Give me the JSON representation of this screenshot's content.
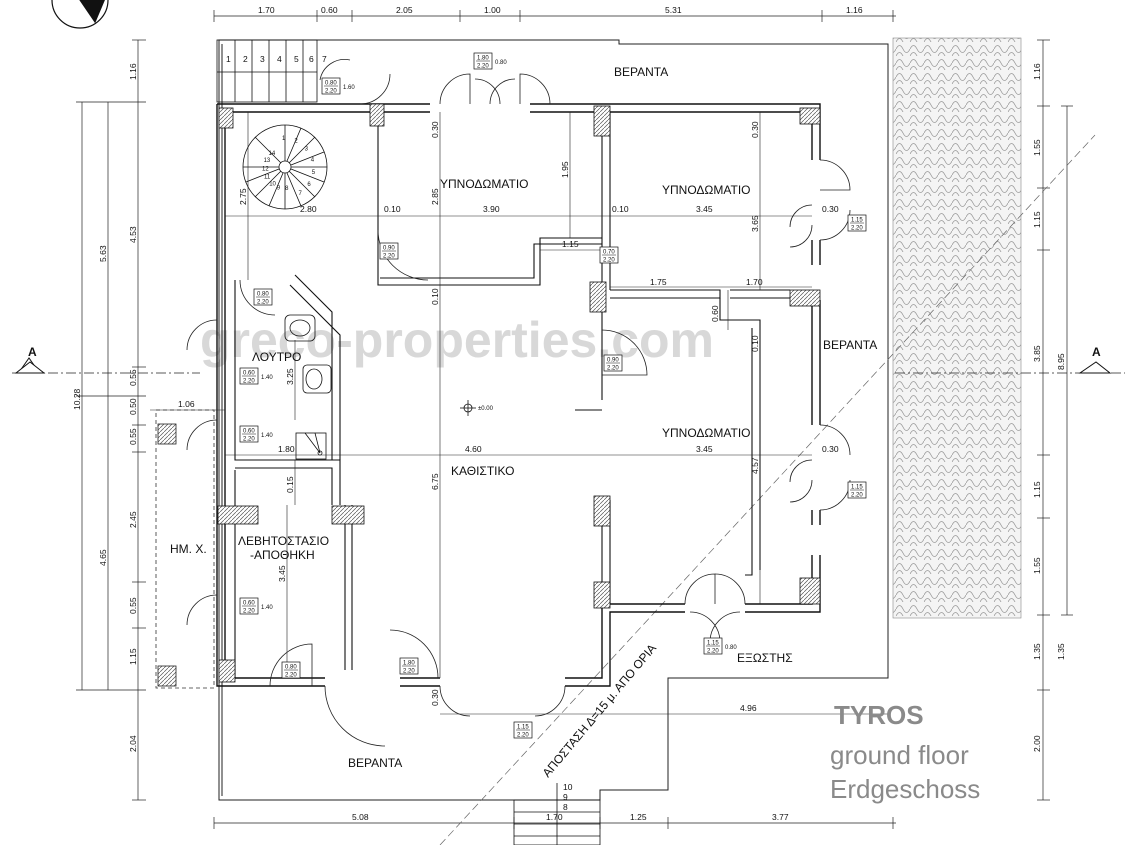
{
  "rooms": {
    "bedroom_1": "ΥΠΝΟΔΩΜΑΤΙΟ",
    "bedroom_2": "ΥΠΝΟΔΩΜΑΤΙΟ",
    "bedroom_3": "ΥΠΝΟΔΩΜΑΤΙΟ",
    "living_room": "ΚΑΘΙΣΤΙΚΟ",
    "bathroom": "ΛΟΥΤΡΟ",
    "boiler_room_1": "ΛΕΒΗΤΟΣΤΑΣΙΟ",
    "boiler_room_2": "-ΑΠΟΘΗΚΗ",
    "semi_outdoor": "ΗΜ. Χ.",
    "balcony": "ΕΞΩΣΤΗΣ",
    "veranda_top": "ΒΕΡΑΝΤΑ",
    "veranda_right": "ΒΕΡΑΝΤΑ",
    "veranda_bottom": "ΒΕΡΑΝΤΑ"
  },
  "title": {
    "name": "TYROS",
    "line1": "ground floor",
    "line2": "Erdgeschoss"
  },
  "watermark": "greco-properties.com",
  "section_marker": "A",
  "boundary_note": "ΑΠΟΣΤΑΣΗ Δ=15 μ. ΑΠΟ ΟΡΙΑ",
  "level_mark": "±0.00",
  "dims_top": [
    "1.70",
    "0.60",
    "2.05",
    "1.00",
    "5.31",
    "1.16"
  ],
  "dims_bottom": [
    "5.08",
    "1.70",
    "1.25",
    "3.77"
  ],
  "dims_left_outer": [
    "10.28"
  ],
  "dims_left_mid": [
    "5.63",
    "4.65"
  ],
  "dims_left_inner": [
    "1.16",
    "4.53",
    "0.55",
    "0.50",
    "0.55",
    "2.45",
    "0.55",
    "1.15",
    "2.04"
  ],
  "dims_right_outer": [
    "8.95"
  ],
  "dims_right_inner": [
    "1.16",
    "1.55",
    "1.15",
    "3.85",
    "1.15",
    "1.55",
    "1.35",
    "2.00"
  ],
  "dims_right_far": [
    "1.35"
  ],
  "dims_interior": {
    "d_280": "2.80",
    "d_010a": "0.10",
    "d_390": "3.90",
    "d_010b": "0.10",
    "d_345a": "3.45",
    "d_030a": "0.30",
    "d_115": "1.15",
    "d_175": "1.75",
    "d_170": "1.70",
    "d_060": "0.60",
    "d_180": "1.80",
    "d_460": "4.60",
    "d_345b": "3.45",
    "d_030b": "0.30",
    "d_106": "1.06",
    "d_496": "4.96",
    "d_275": "2.75",
    "d_285": "2.85",
    "d_195": "1.95",
    "d_365": "3.65",
    "d_010c": "0.10",
    "d_010d": "0.10",
    "d_325": "3.25",
    "d_675": "6.75",
    "d_015": "0.15",
    "d_345c": "3.45",
    "d_457": "4.57",
    "d_030c": "0.30",
    "d_030d": "0.30",
    "d_030e": "0.30"
  },
  "stair_numbers_top": [
    "1",
    "2",
    "3",
    "4",
    "5",
    "6",
    "7"
  ],
  "stair_numbers_bottom": [
    "8",
    "9",
    "10"
  ],
  "spiral_numbers": [
    "1",
    "2",
    "3",
    "4",
    "5",
    "6",
    "7",
    "8",
    "9",
    "10",
    "11",
    "12",
    "13",
    "14"
  ],
  "door_tags": [
    {
      "a": "0.80",
      "b": "2.20",
      "c": "1.60"
    },
    {
      "a": "1.80",
      "b": "2.20",
      "c": "0.80"
    },
    {
      "a": "0.90",
      "b": "2.20"
    },
    {
      "a": "0.70",
      "b": "2.20"
    },
    {
      "a": "1.15",
      "b": "2.20"
    },
    {
      "a": "0.80",
      "b": "2.20"
    },
    {
      "a": "0.90",
      "b": "2.20"
    },
    {
      "a": "0.60",
      "b": "2.20",
      "c": "1.40"
    },
    {
      "a": "0.60",
      "b": "2.20",
      "c": "1.40"
    },
    {
      "a": "1.15",
      "b": "2.20"
    },
    {
      "a": "0.60",
      "b": "2.20",
      "c": "1.40"
    },
    {
      "a": "0.80",
      "b": "2.20"
    },
    {
      "a": "1.80",
      "b": "2.20"
    },
    {
      "a": "1.15",
      "b": "2.20"
    },
    {
      "a": "1.15",
      "b": "2.20",
      "c": "0.80"
    }
  ]
}
